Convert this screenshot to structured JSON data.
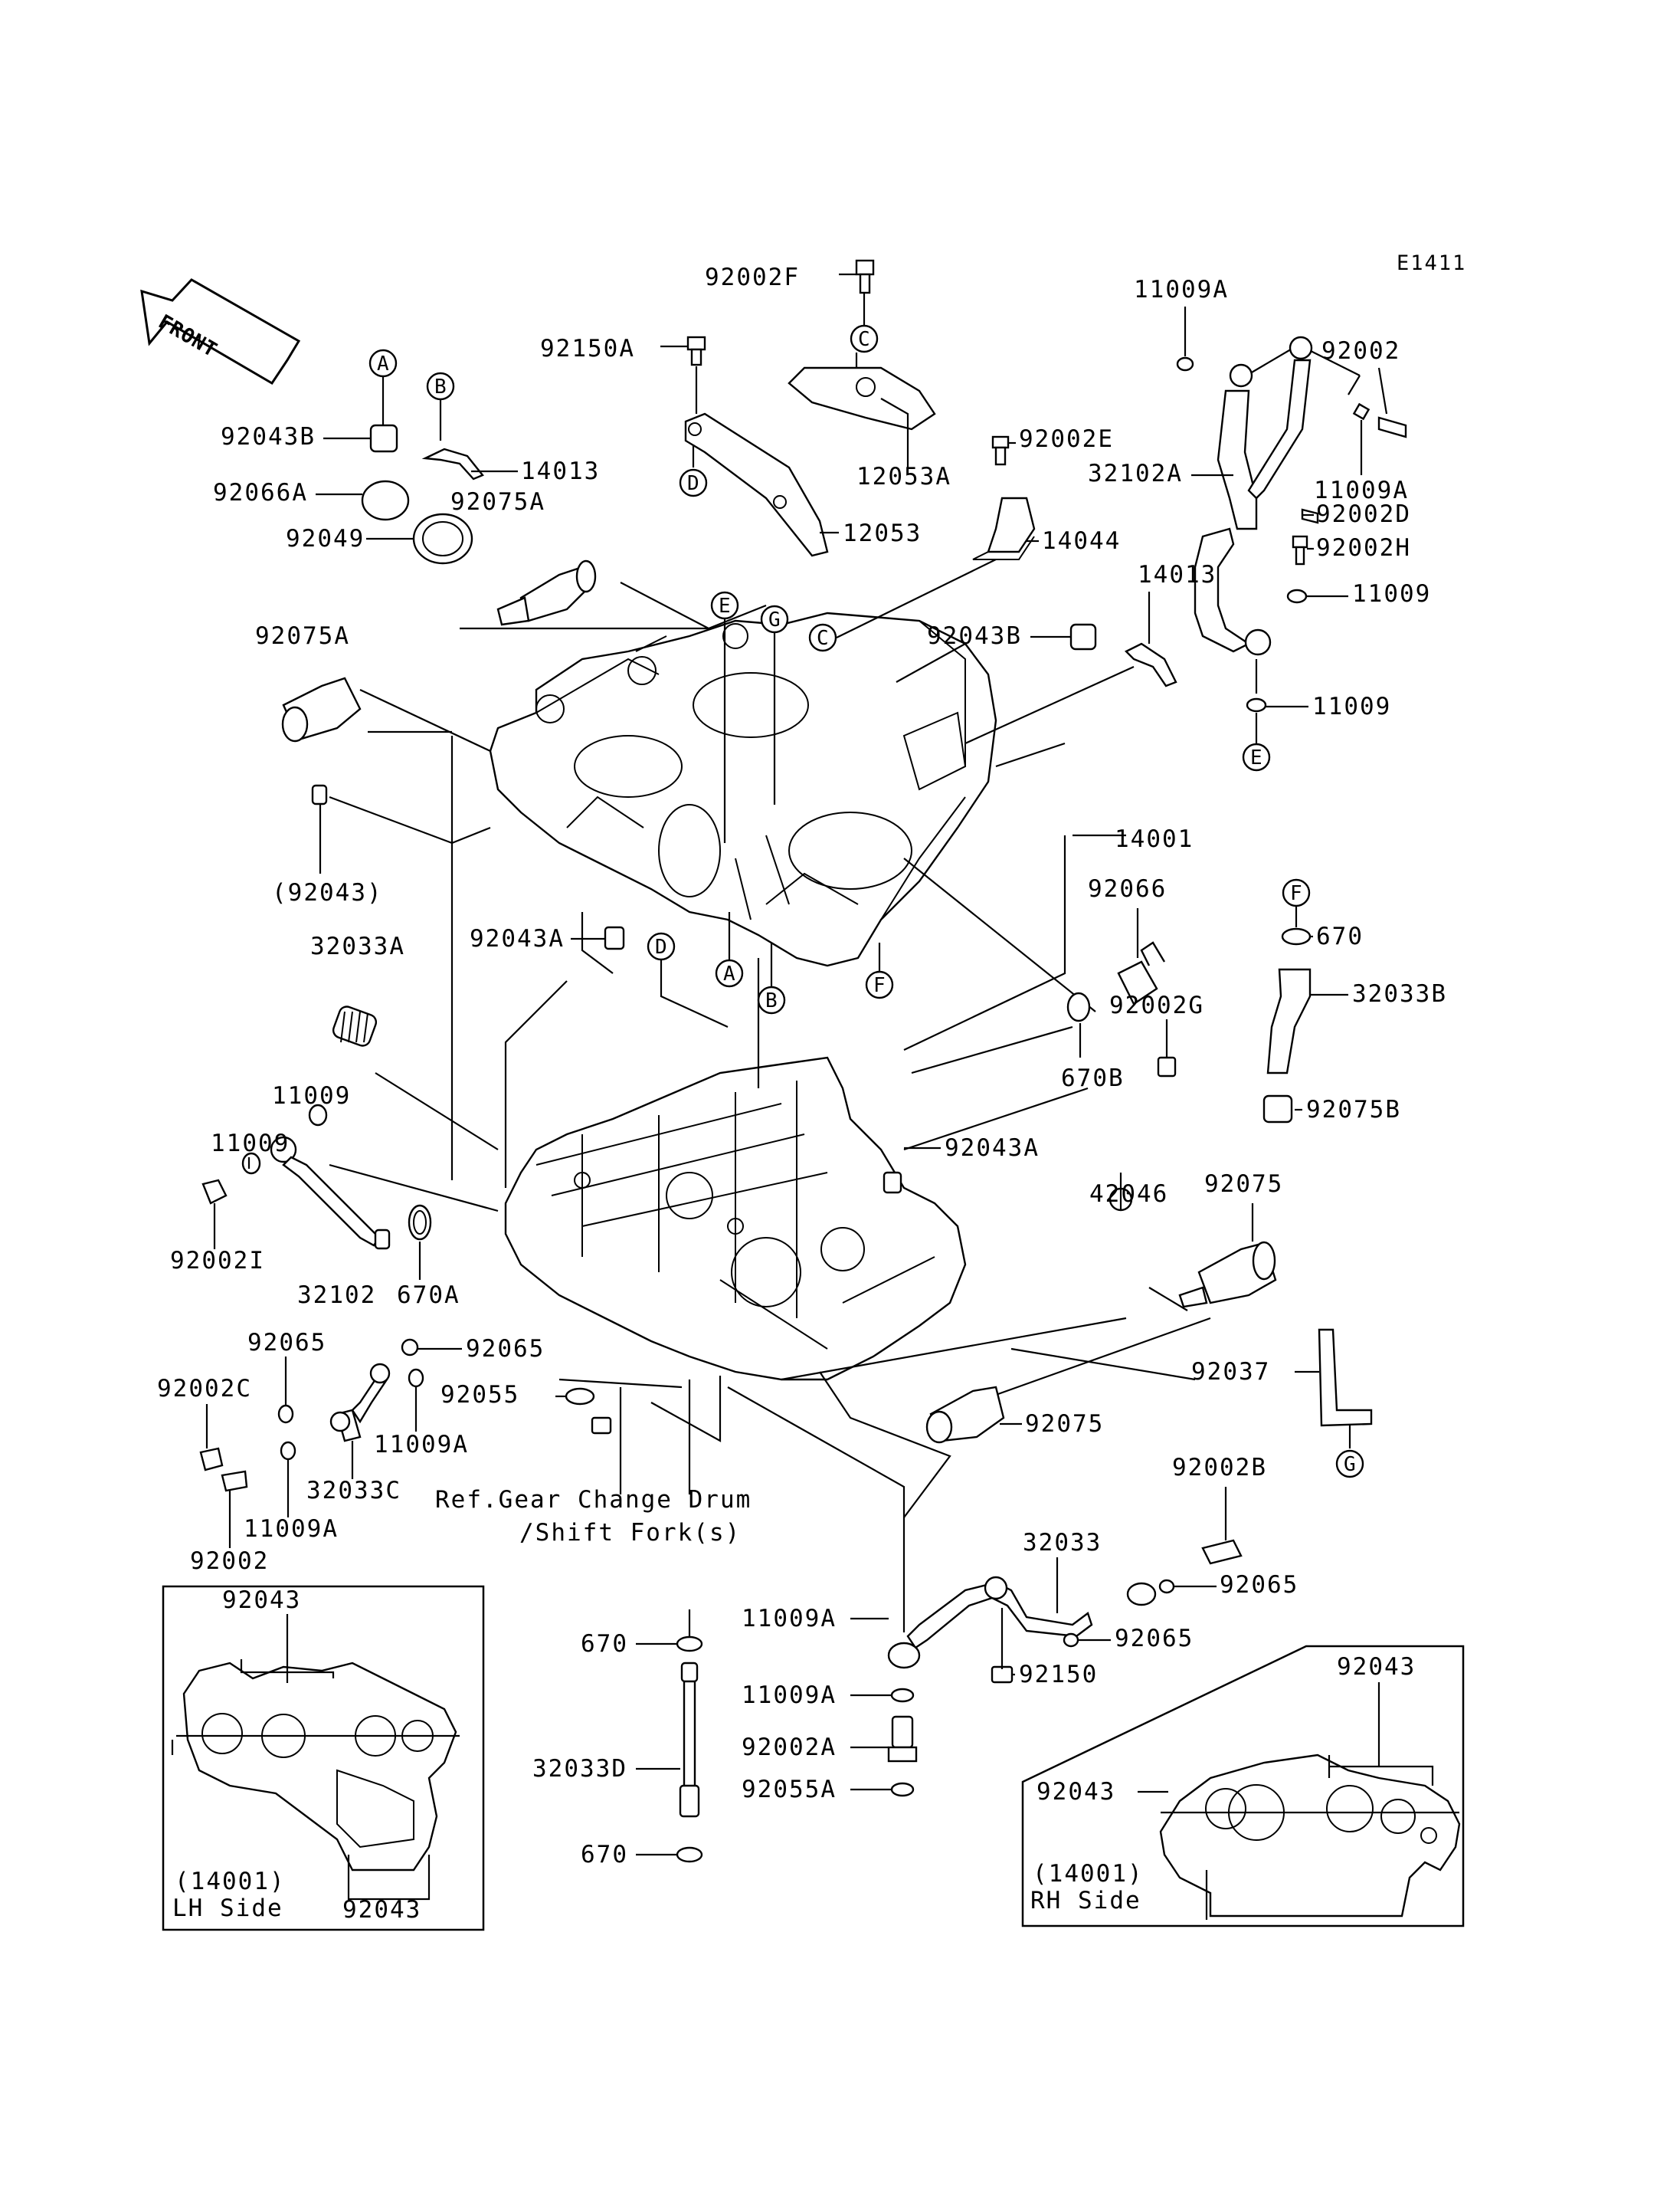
{
  "diagram_code": "E1411",
  "orientation_label": "FRONT",
  "part_labels": {
    "p92002F": "92002F",
    "p92150A": "92150A",
    "p12053A": "12053A",
    "p12053": "12053",
    "p92002E": "92002E",
    "p14044": "14044",
    "p11009A_top": "11009A",
    "p92002_top": "92002",
    "p32102A": "32102A",
    "p11009A_right": "11009A",
    "p92002D": "92002D",
    "p92002H": "92002H",
    "p11009_r1": "11009",
    "p11009_r2": "11009",
    "p14013_right": "14013",
    "p92043B_right": "92043B",
    "p92043B_left": "92043B",
    "p14013_left": "14013",
    "p92066A": "92066A",
    "p92075A_top": "92075A",
    "p92049": "92049",
    "p92075A_left": "92075A",
    "p92043_paren": "(92043)",
    "p14001": "14001",
    "p92066": "92066",
    "p670_F": "670",
    "p32033B": "32033B",
    "p92002G": "92002G",
    "p670B": "670B",
    "p92075B": "92075B",
    "p92043A_top": "92043A",
    "p92043A_mid": "92043A",
    "p42046": "42046",
    "p32033A": "32033A",
    "p11009_l1": "11009",
    "p11009_l2": "11009",
    "p92002I": "92002I",
    "p32102": "32102",
    "p670A": "670A",
    "p92075_right": "92075",
    "p92037": "92037",
    "p92075_bottom": "92075",
    "p92065_a": "92065",
    "p92065_b": "92065",
    "p92002C": "92002C",
    "p92055": "92055",
    "p11009A_b1": "11009A",
    "p32033C": "32033C",
    "p11009A_b2": "11009A",
    "p92002_bottom": "92002",
    "p92002B": "92002B",
    "p32033": "32033",
    "p92065_c": "92065",
    "p92065_d": "92065",
    "p11009A_c": "11009A",
    "p92150": "92150",
    "p670_top": "670",
    "p11009A_d": "11009A",
    "p92002A": "92002A",
    "p32033D": "32033D",
    "p92055A": "92055A",
    "p670_bottom": "670",
    "lh_92043_top": "92043",
    "lh_92043_bottom": "92043",
    "rh_92043_top": "92043",
    "rh_92043_left": "92043"
  },
  "reference_note": {
    "line1": "Ref.Gear Change Drum",
    "line2": "/Shift Fork(s)"
  },
  "callouts": {
    "A": "A",
    "B": "B",
    "C": "C",
    "D": "D",
    "E": "E",
    "F": "F",
    "G": "G"
  },
  "inset_lh": {
    "code": "(14001)",
    "side": "LH Side"
  },
  "inset_rh": {
    "code": "(14001)",
    "side": "RH Side"
  }
}
